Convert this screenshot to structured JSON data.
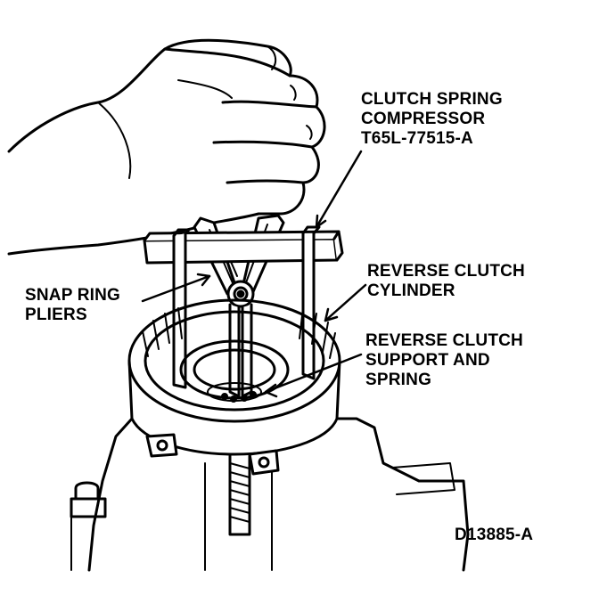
{
  "labels": {
    "compressor_line1": "CLUTCH SPRING",
    "compressor_line2": "COMPRESSOR",
    "compressor_line3": "T65L-77515-A",
    "snap_line1": "SNAP RING",
    "snap_line2": "PLIERS",
    "cylinder_line1": "REVERSE CLUTCH",
    "cylinder_line2": "CYLINDER",
    "support_line1": "REVERSE CLUTCH",
    "support_line2": "SUPPORT AND",
    "support_line3": "SPRING"
  },
  "figure_id": "D13885-A",
  "colors": {
    "ink": "#000000",
    "paper": "#ffffff"
  }
}
